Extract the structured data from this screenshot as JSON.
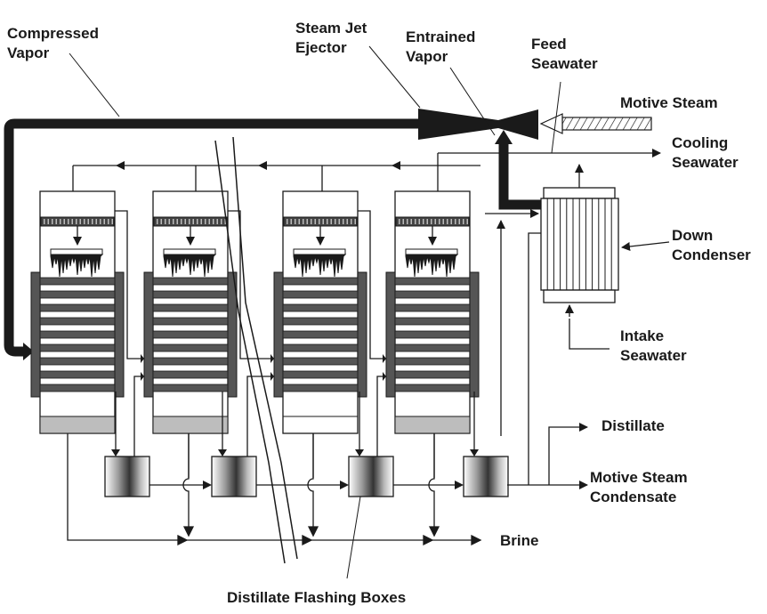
{
  "diagram": {
    "title": "Multi-effect desalination with thermal vapor compression",
    "labels": {
      "compressed_vapor": [
        "Compressed",
        "Vapor"
      ],
      "steam_jet_ejector": [
        "Steam Jet",
        "Ejector"
      ],
      "entrained_vapor": [
        "Entrained",
        "Vapor"
      ],
      "feed_seawater": [
        "Feed",
        "Seawater"
      ],
      "motive_steam": [
        "Motive Steam"
      ],
      "cooling_seawater": [
        "Cooling",
        "Seawater"
      ],
      "down_condenser": [
        "Down",
        "Condenser"
      ],
      "intake_seawater": [
        "Intake",
        "Seawater"
      ],
      "distillate": [
        "Distillate"
      ],
      "motive_steam_condensate": [
        "Motive Steam",
        "Condensate"
      ],
      "brine": [
        "Brine"
      ],
      "distillate_flashing_boxes": [
        "Distillate Flashing Boxes"
      ]
    },
    "effects": [
      {
        "name": "effect-1",
        "brine_pool": true
      },
      {
        "name": "effect-2",
        "brine_pool": true
      },
      {
        "name": "effect-3",
        "brine_pool": false
      },
      {
        "name": "effect-4",
        "brine_pool": true
      }
    ],
    "flashing_boxes": 4,
    "colors": {
      "line": "#1a1a1a",
      "tube_bank": "#555555",
      "brine_pool": "#bdbdbd",
      "tube_light": "#ffffff"
    }
  }
}
